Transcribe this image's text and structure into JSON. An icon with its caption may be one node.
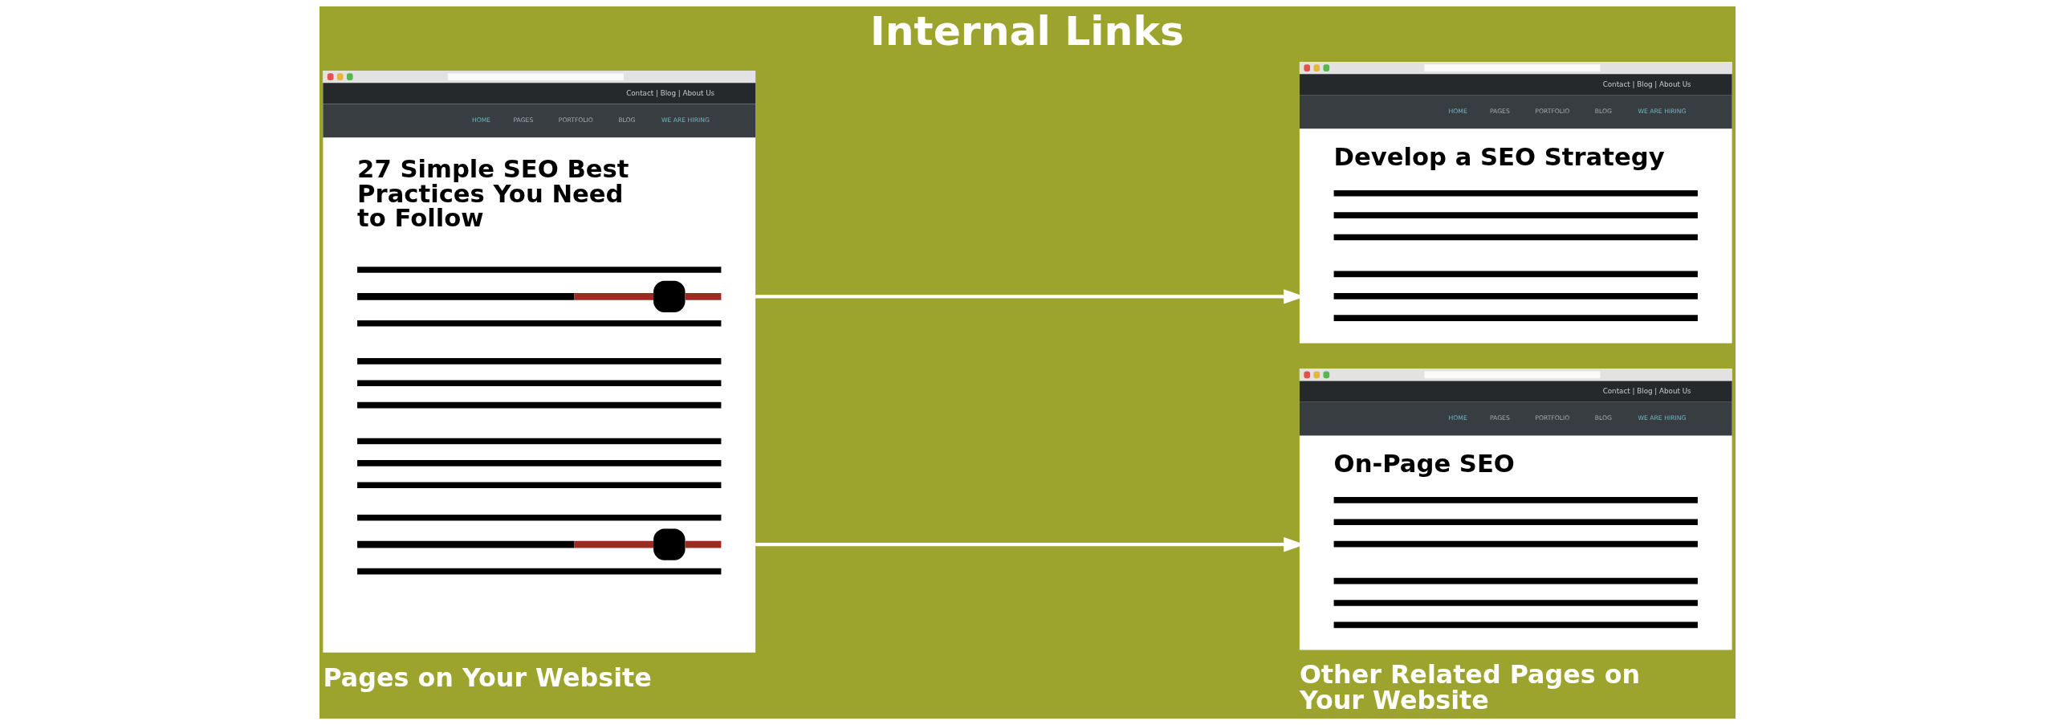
{
  "diagram": {
    "title": "Internal Links",
    "nodes": [
      {
        "text": [
          "Contact | Blog | About Us",
          "HOME",
          "PAGES",
          "PORTFOLIO",
          "BLOG",
          "WE ARE HIRING",
          "27 Simple SEO Best Practices You Need to Follow"
        ],
        "beside": [
          "Pages on Your Website"
        ]
      },
      {
        "text": [
          "Contact | Blog | About Us",
          "HOME",
          "PAGES",
          "PORTFOLIO",
          "BLOG",
          "WE ARE HIRING",
          "Develop a SEO Strategy"
        ]
      },
      {
        "text": [
          "Contact | Blog | About Us",
          "HOME",
          "PAGES",
          "PORTFOLIO",
          "BLOG",
          "WE ARE HIRING",
          "On-Page SEO"
        ],
        "beside": [
          "Other Related Pages on Your Website"
        ]
      }
    ],
    "edges": [
      {
        "from": 0,
        "to": 1,
        "arrow": "to"
      },
      {
        "from": 0,
        "to": 2,
        "arrow": "to"
      }
    ]
  }
}
